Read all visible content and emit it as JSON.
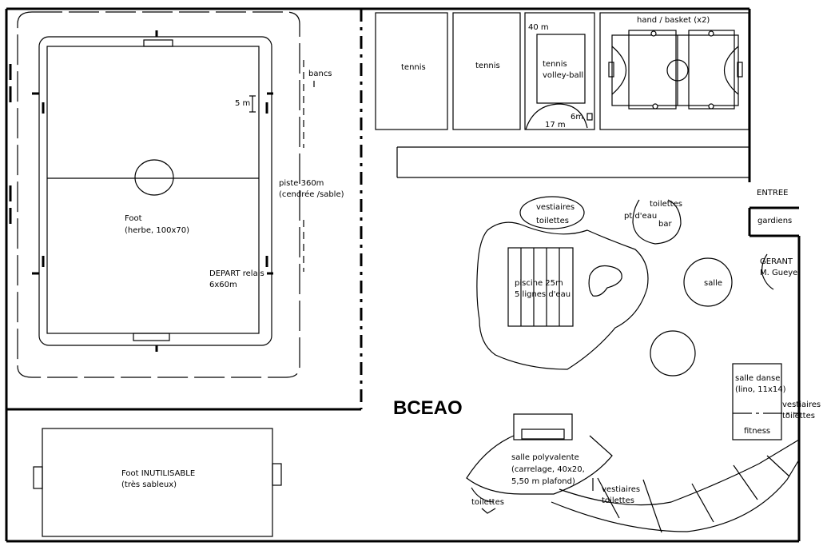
{
  "labels": {
    "bancs": "bancs",
    "five_m": "5 m",
    "piste": [
      "piste 360m",
      "(cendrée /sable)"
    ],
    "foot": [
      "Foot",
      "(herbe, 100x70)"
    ],
    "depart": [
      "DEPART relais",
      "6x60m"
    ],
    "tennis_1": "tennis",
    "tennis_2": "tennis",
    "forty_m": "40 m",
    "tennis_volley": [
      "tennis",
      "volley-ball"
    ],
    "six_m": "6m",
    "seventeen_m": "17 m",
    "hand_basket": "hand  / basket (x2)",
    "entree": "ENTREE",
    "gardiens": "gardiens",
    "vestiaires_top": [
      "vestiaires",
      "toilettes"
    ],
    "pt_eau": "pt d'eau",
    "toilettes_bar": "toilettes",
    "bar": "bar",
    "gerant": [
      "GERANT",
      "M. Gueye"
    ],
    "salle": "salle",
    "piscine": [
      "piscine 25m",
      "5 lignes d'eau"
    ],
    "salle_danse": [
      "salle danse",
      "(lino, 11x14)"
    ],
    "vestiaires_right": [
      "vestiaires",
      "toilettes"
    ],
    "fitness": "fitness",
    "bceao": "BCEAO",
    "foot_inutilisable": [
      "Foot INUTILISABLE",
      "(très sableux)"
    ],
    "salle_polyvalente": [
      "salle polyvalente",
      "(carrelage, 40x20,",
      "5,50 m plafond)"
    ],
    "toilettes_bottom": "toilettes",
    "vestiaires_bottom": [
      "vestiaires",
      "toilettes"
    ]
  }
}
